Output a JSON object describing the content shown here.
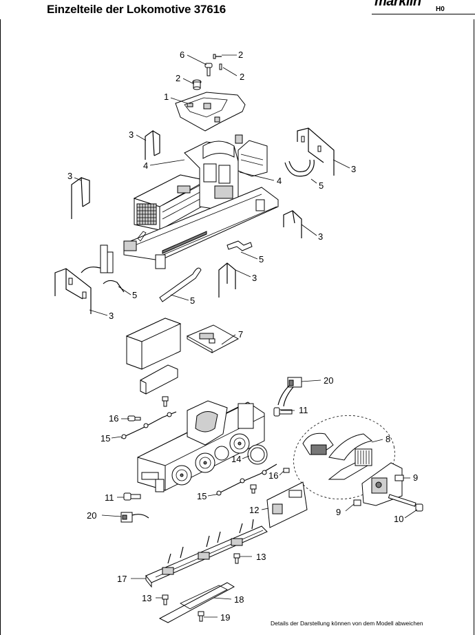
{
  "title": "Einzelteile der Lokomotive 37616",
  "brand": {
    "name": "märklin",
    "scale": "H0"
  },
  "footnote": "Details der Darstellung können von dem Modell abweichen",
  "callouts": [
    {
      "id": "c6",
      "text": "6"
    },
    {
      "id": "c2a",
      "text": "2"
    },
    {
      "id": "c2b",
      "text": "2"
    },
    {
      "id": "c2c",
      "text": "2"
    },
    {
      "id": "c1",
      "text": "1"
    },
    {
      "id": "c3a",
      "text": "3"
    },
    {
      "id": "c3b",
      "text": "3"
    },
    {
      "id": "c4a",
      "text": "4"
    },
    {
      "id": "c4b",
      "text": "4"
    },
    {
      "id": "c3c",
      "text": "3"
    },
    {
      "id": "c5a",
      "text": "5"
    },
    {
      "id": "c3d",
      "text": "3"
    },
    {
      "id": "c5b",
      "text": "5"
    },
    {
      "id": "c3e",
      "text": "3"
    },
    {
      "id": "c5c",
      "text": "5"
    },
    {
      "id": "c5d",
      "text": "5"
    },
    {
      "id": "c3f",
      "text": "3"
    },
    {
      "id": "c7",
      "text": "7"
    },
    {
      "id": "c20a",
      "text": "20"
    },
    {
      "id": "c11a",
      "text": "11"
    },
    {
      "id": "c16a",
      "text": "16"
    },
    {
      "id": "c15a",
      "text": "15"
    },
    {
      "id": "c8",
      "text": "8"
    },
    {
      "id": "c14",
      "text": "14"
    },
    {
      "id": "c16b",
      "text": "16"
    },
    {
      "id": "c9a",
      "text": "9"
    },
    {
      "id": "c11b",
      "text": "11"
    },
    {
      "id": "c15b",
      "text": "15"
    },
    {
      "id": "c12",
      "text": "12"
    },
    {
      "id": "c9b",
      "text": "9"
    },
    {
      "id": "c20b",
      "text": "20"
    },
    {
      "id": "c10",
      "text": "10"
    },
    {
      "id": "c13a",
      "text": "13"
    },
    {
      "id": "c17",
      "text": "17"
    },
    {
      "id": "c13b",
      "text": "13"
    },
    {
      "id": "c18",
      "text": "18"
    },
    {
      "id": "c19",
      "text": "19"
    }
  ]
}
